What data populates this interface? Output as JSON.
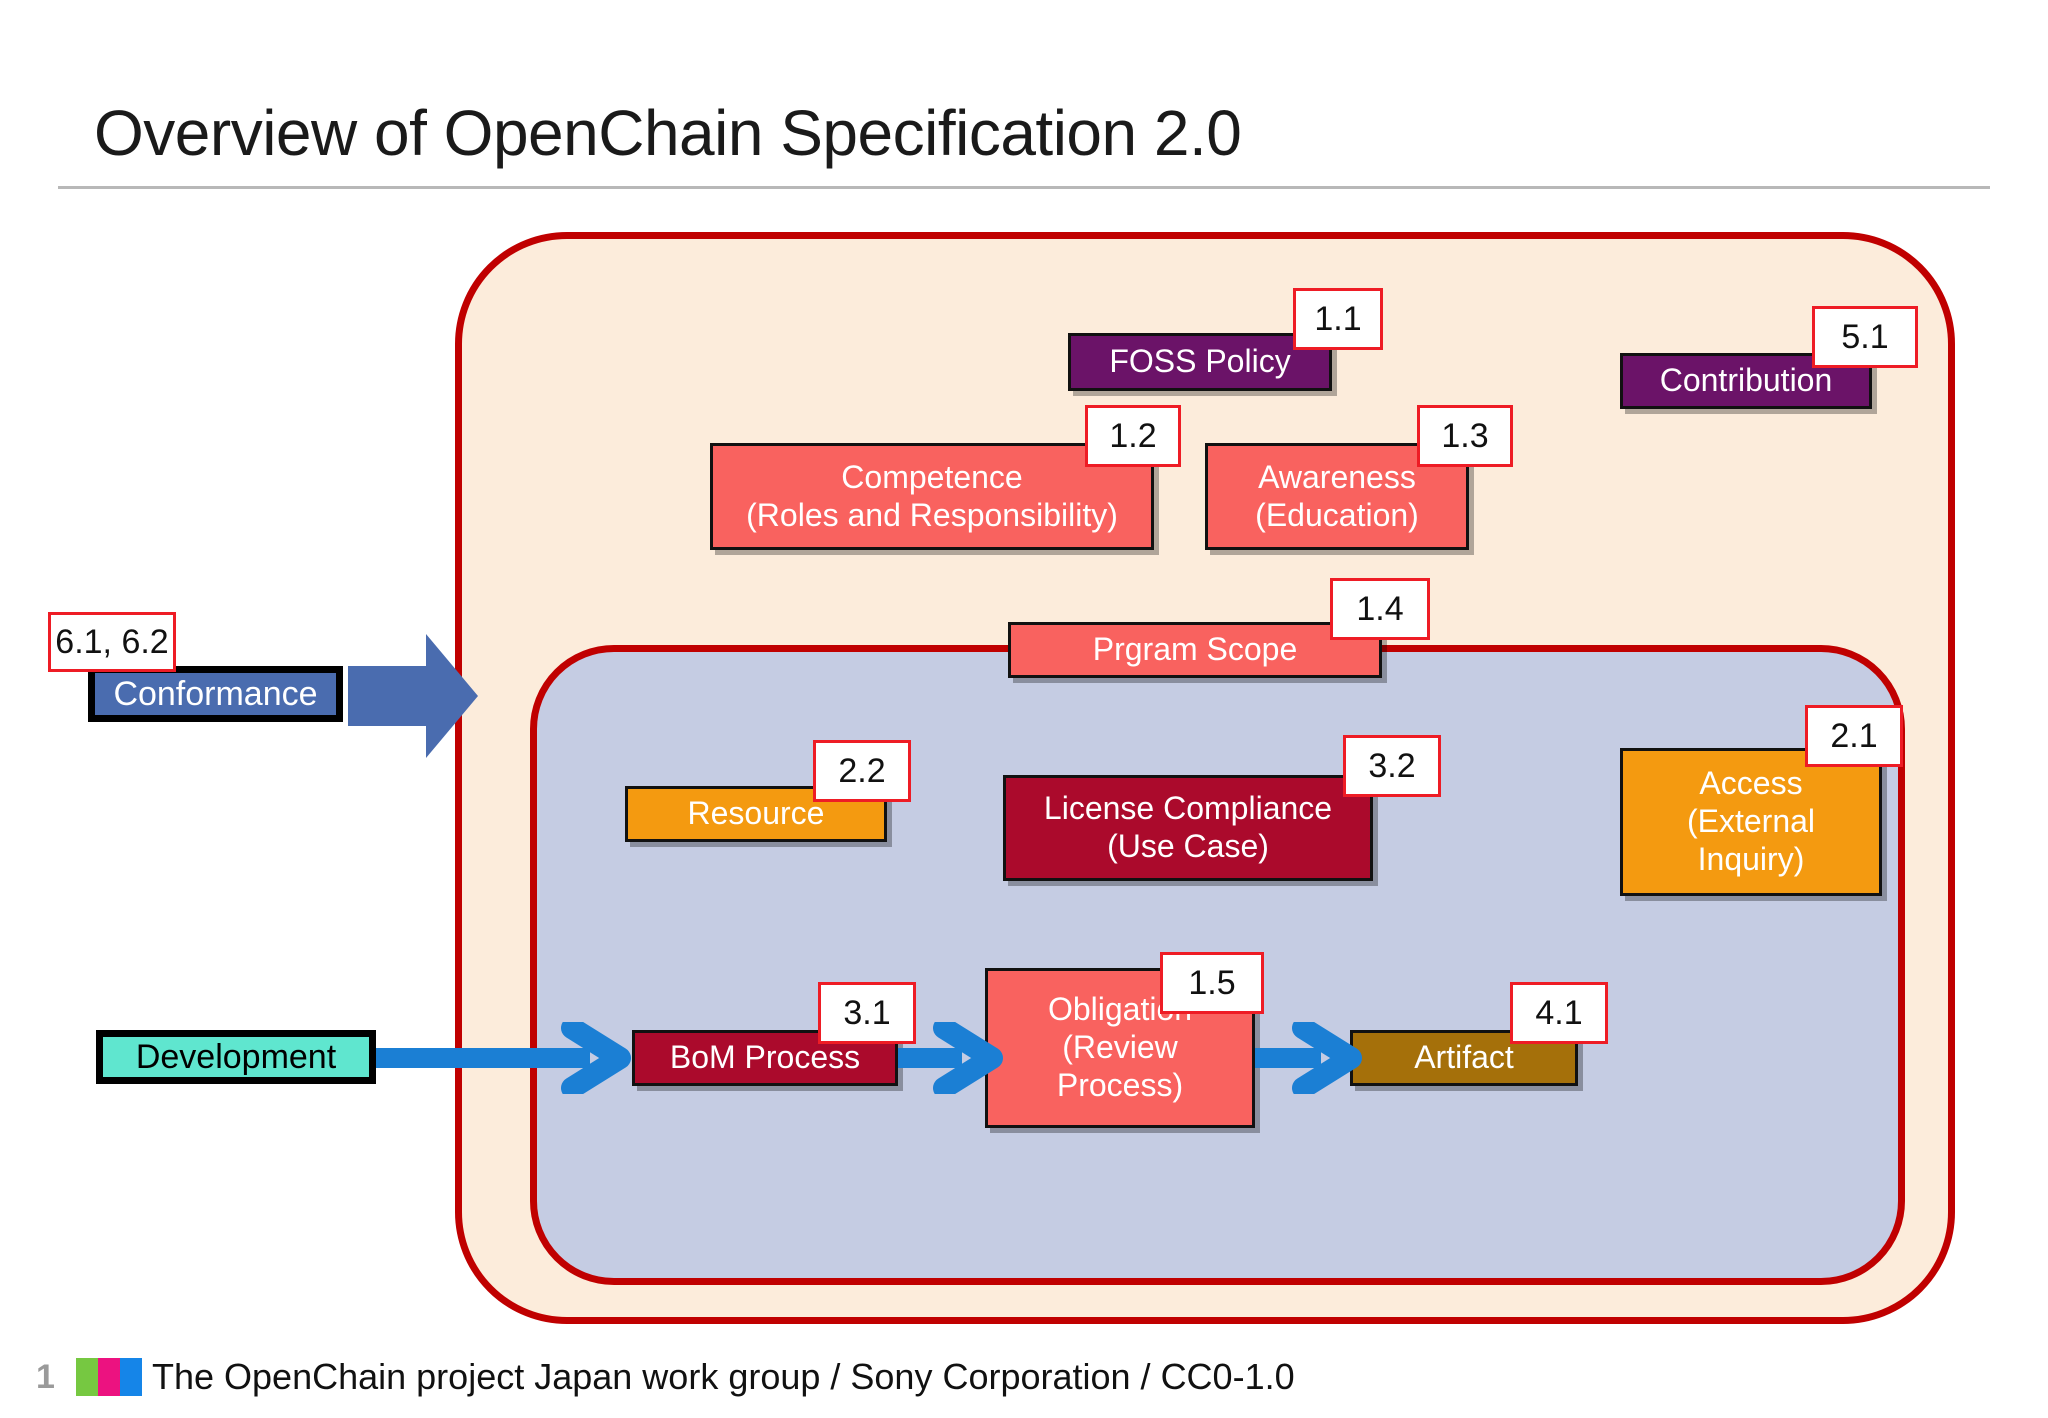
{
  "slide": {
    "title": "Overview of OpenChain Specification 2.0",
    "page_number": "1",
    "footer_text": "The OpenChain project Japan work group / Sony Corporation / CC0-1.0",
    "footer_bar_colors": [
      "#76c841",
      "#ec1280",
      "#1585e8"
    ]
  },
  "colors": {
    "outer_panel_fill": "#fcecdb",
    "inner_panel_fill": "#c5cce3",
    "panel_border": "#c00000",
    "purple": "#6b1368",
    "salmon": "#f9625f",
    "orange": "#f49a10",
    "crimson": "#ab0a2c",
    "gold": "#a5700a",
    "blue": "#4a6caf",
    "teal": "#5fe6cf",
    "arrow_blue": "#1b7fd4",
    "tag_border": "#ee1c25"
  },
  "external": {
    "conformance": {
      "label": "Conformance",
      "tag": "6.1, 6.2"
    },
    "development": {
      "label": "Development"
    }
  },
  "nodes": [
    {
      "id": "foss-policy",
      "label": "FOSS Policy",
      "tag": "1.1"
    },
    {
      "id": "contribution",
      "label": "Contribution",
      "tag": "5.1"
    },
    {
      "id": "competence",
      "label": "Competence\n(Roles and Responsibility)",
      "tag": "1.2"
    },
    {
      "id": "awareness",
      "label": "Awareness\n(Education)",
      "tag": "1.3"
    },
    {
      "id": "program-scope",
      "label": "Prgram Scope",
      "tag": "1.4"
    },
    {
      "id": "resource",
      "label": "Resource",
      "tag": "2.2"
    },
    {
      "id": "license-compliance",
      "label": "License Compliance\n(Use Case)",
      "tag": "3.2"
    },
    {
      "id": "access",
      "label": "Access\n(External\nInquiry)",
      "tag": "2.1"
    },
    {
      "id": "bom-process",
      "label": "BoM Process",
      "tag": "3.1"
    },
    {
      "id": "obligation",
      "label": "Obligation\n(Review\nProcess)",
      "tag": "1.5"
    },
    {
      "id": "artifact",
      "label": "Artifact",
      "tag": "4.1"
    }
  ]
}
